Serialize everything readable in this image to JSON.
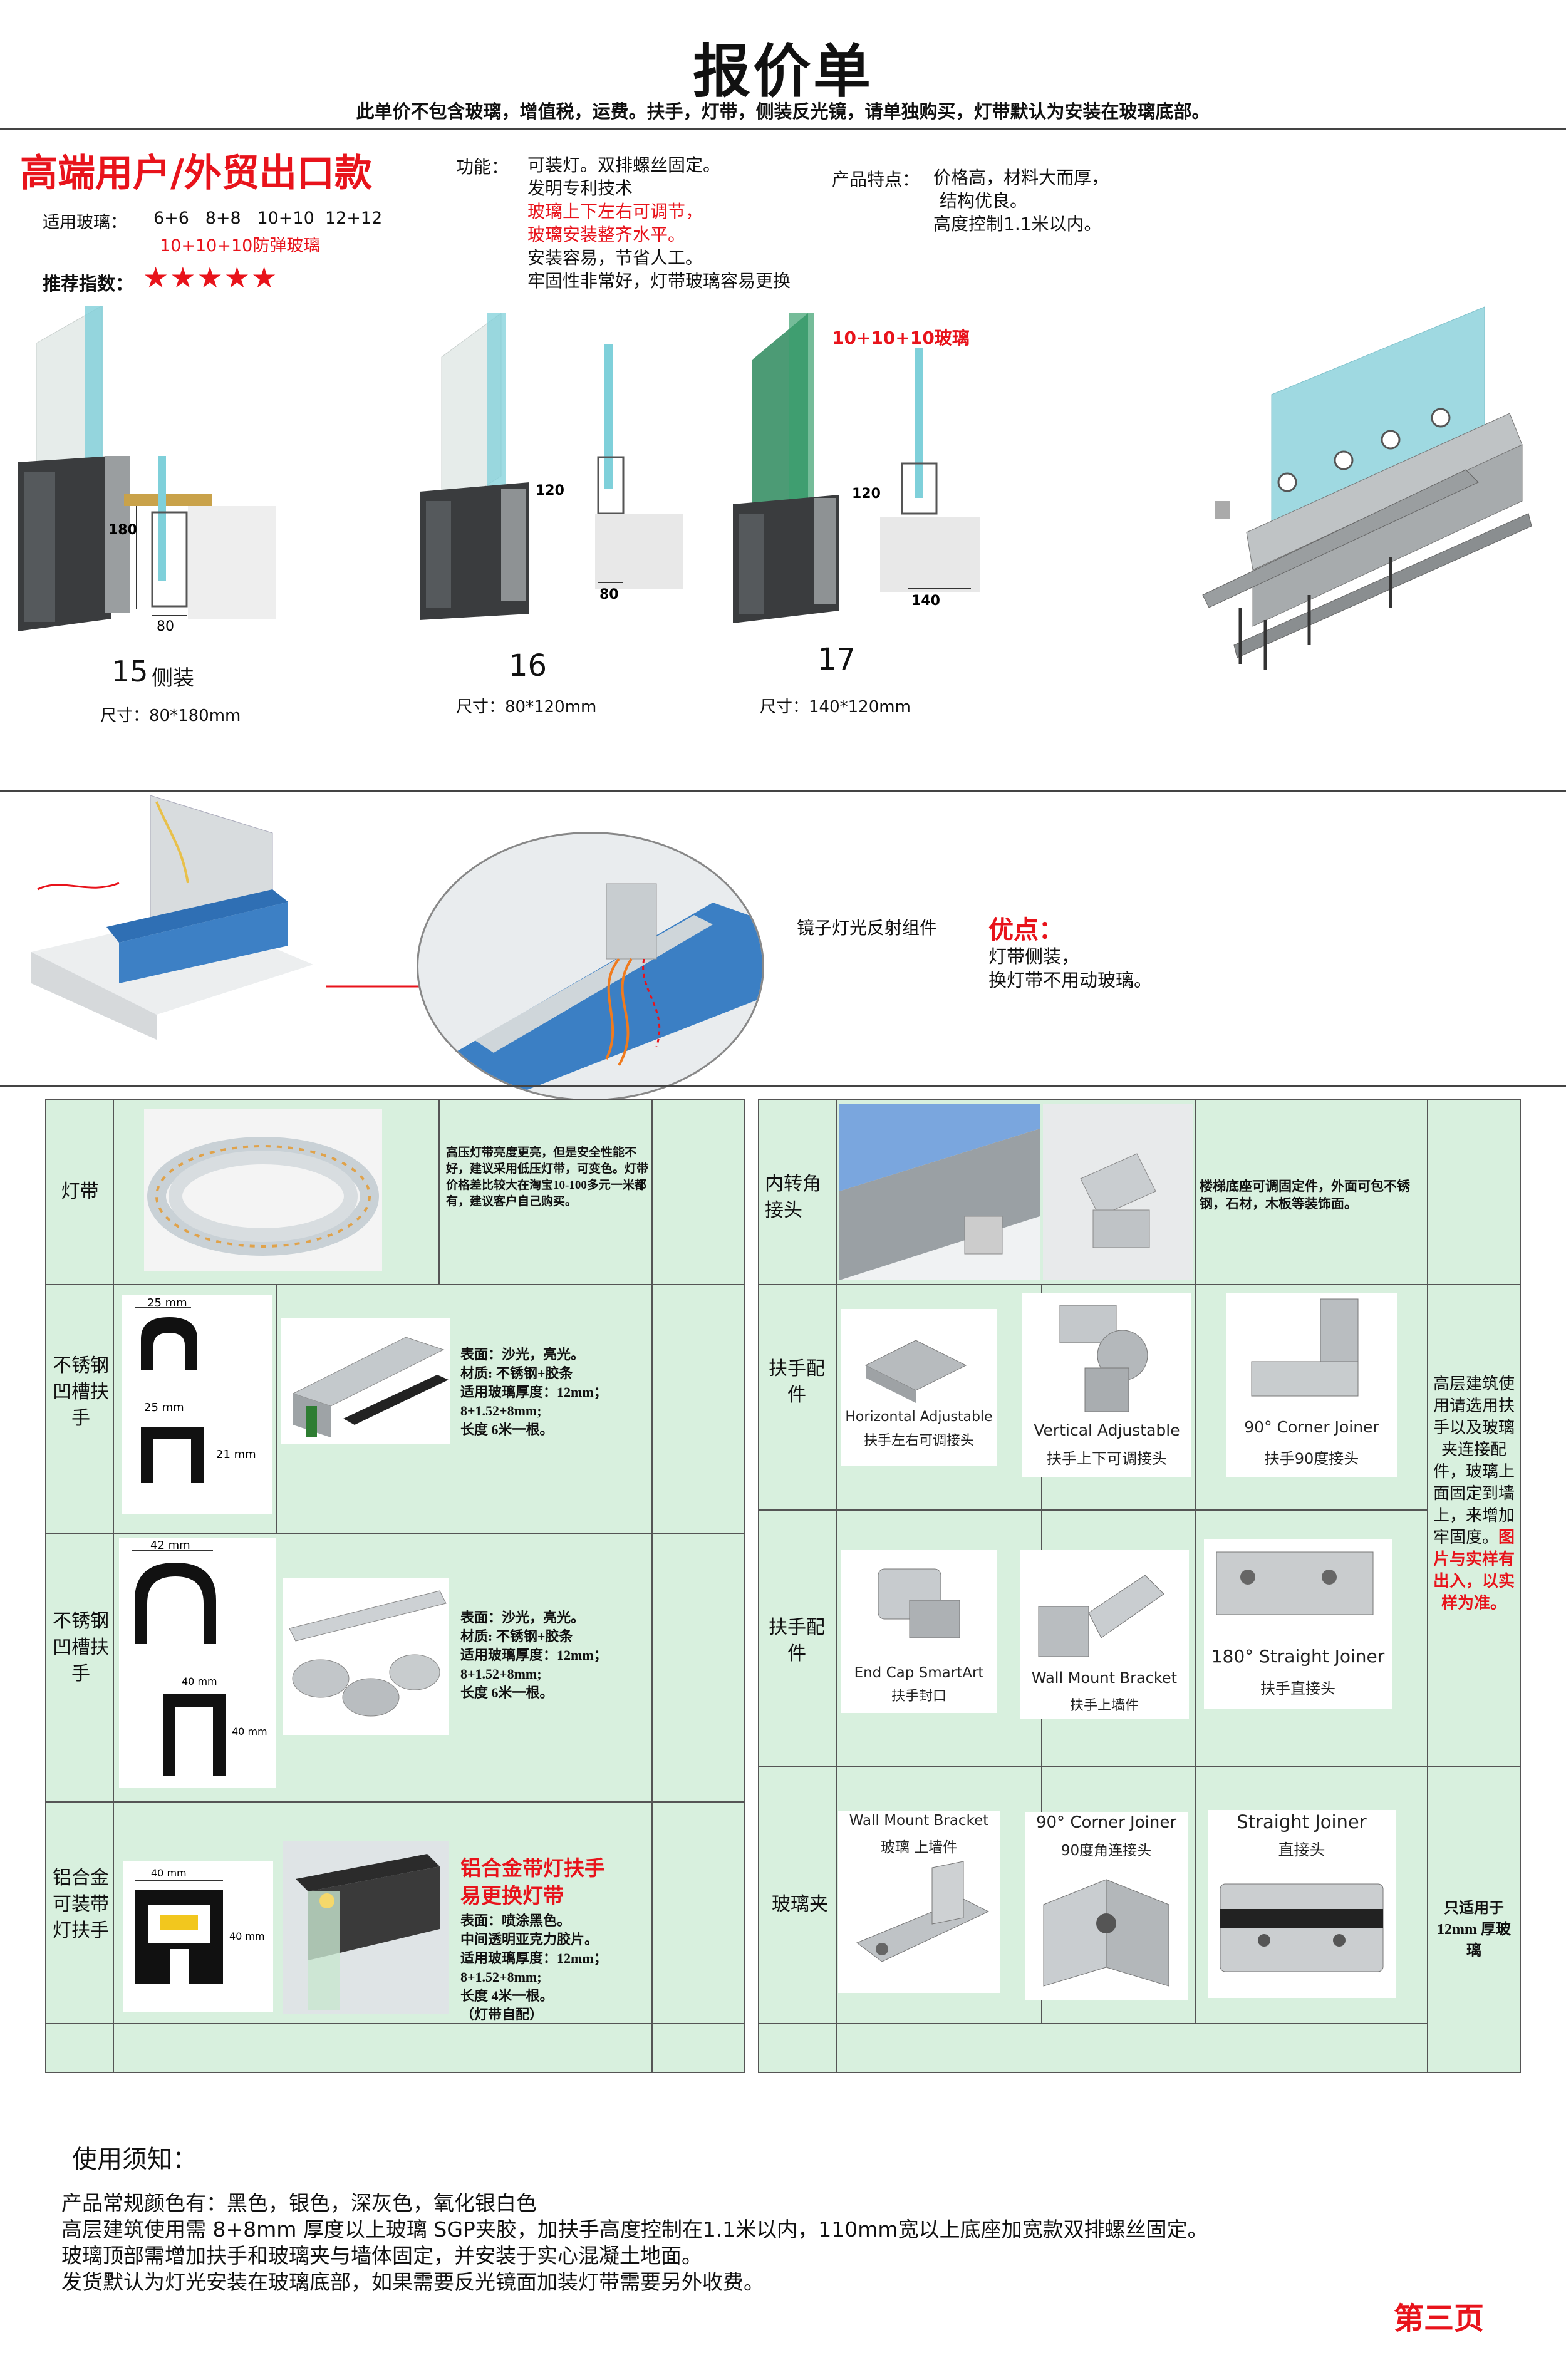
{
  "header": {
    "title": "报价单",
    "subtitle": "此单价不包含玻璃，增值税，运费。扶手，灯带，侧装反光镜，请单独购买，灯带默认为安装在玻璃底部。"
  },
  "top": {
    "category": "高端用户/外贸出口款",
    "glass_label": "适用玻璃：",
    "glass_values": "6+6   8+8   10+10  12+12",
    "glass_bullet": "10+10+10防弹玻璃",
    "rating_label": "推荐指数：",
    "rating": 5,
    "function_label": "功能：",
    "functions": [
      "可装灯。双排螺丝固定。",
      "发明专利技术",
      "玻璃上下左右可调节，",
      "玻璃安装整齐水平。",
      "安装容易，节省人工。",
      "牢固性非常好，灯带玻璃容易更换"
    ],
    "features_label": "产品特点：",
    "features": [
      "价格高，材料大而厚，",
      "结构优良。",
      "高度控制1.1米以内。"
    ]
  },
  "products": [
    {
      "number": "15",
      "name": "侧装",
      "size": "尺寸：80*180mm",
      "dim_h": "180",
      "dim_w": "80"
    },
    {
      "number": "16",
      "name": "",
      "size": "尺寸：80*120mm",
      "dim_h": "120",
      "dim_w": "80"
    },
    {
      "number": "17",
      "name": "",
      "size": "尺寸：140*120mm",
      "dim_h": "120",
      "dim_w": "140",
      "note": "10+10+10玻璃"
    }
  ],
  "mirror": {
    "label": "镜子灯光反射组件",
    "adv_title": "优点：",
    "adv_lines": [
      "灯带侧装，",
      "换灯带不用动玻璃。"
    ]
  },
  "left_table": {
    "rows": [
      {
        "label": "灯带",
        "desc": "高压灯带亮度更亮，但是安全性能不好，建议采用低压灯带，可变色。灯带价格差比较大在淘宝10-100多元一米都有，建议客户自己购买。"
      },
      {
        "label": "不锈钢凹槽扶手",
        "dims": [
          "25 mm",
          "25 mm",
          "21 mm"
        ],
        "desc_lines": [
          "表面：沙光，亮光。",
          "材质: 不锈钢+胶条",
          "适用玻璃厚度：12mm；",
          "8+1.52+8mm;",
          "长度 6米一根。"
        ]
      },
      {
        "label": "不锈钢凹槽扶手",
        "dims": [
          "42 mm",
          "40 mm",
          "40 mm"
        ],
        "desc_lines": [
          "表面：沙光，亮光。",
          "材质: 不锈钢+胶条",
          "适用玻璃厚度：12mm；",
          "8+1.52+8mm;",
          "长度 6米一根。"
        ]
      },
      {
        "label": "铝合金可装带灯扶手",
        "dims": [
          "40 mm",
          "40 mm"
        ],
        "red_lines": [
          "铝合金带灯扶手",
          "易更换灯带"
        ],
        "desc_lines": [
          "表面：喷涂黑色。",
          "中间透明亚克力胶片。",
          "适用玻璃厚度：12mm；",
          "8+1.52+8mm;",
          "长度 4米一根。",
          "（灯带自配）"
        ]
      }
    ]
  },
  "right_table": {
    "rows": [
      {
        "label": "内转角接头",
        "desc": "楼梯底座可调固定件，外面可包不锈钢，石材，木板等装饰面。"
      },
      {
        "label": "扶手配件",
        "items": [
          {
            "en": "Horizontal Adjustable",
            "zh": "扶手左右可调接头"
          },
          {
            "en": "Vertical Adjustable",
            "zh": "扶手上下可调接头"
          },
          {
            "en": "90° Corner Joiner",
            "zh": "扶手90度接头"
          }
        ]
      },
      {
        "label": "扶手配件",
        "items": [
          {
            "en": "End Cap SmartArt",
            "zh": "扶手封口"
          },
          {
            "en": "Wall Mount Bracket",
            "zh": "扶手上墙件"
          },
          {
            "en": "180° Straight Joiner",
            "zh": "扶手直接头"
          }
        ]
      },
      {
        "label": "玻璃夹",
        "items": [
          {
            "en": "Wall Mount Bracket",
            "zh": "玻璃 上墙件"
          },
          {
            "en": "90° Corner Joiner",
            "zh": "90度角连接头"
          },
          {
            "en": "Straight Joiner",
            "zh": "直接头"
          }
        ],
        "side": "只适用于12mm 厚玻璃"
      }
    ],
    "side_note_black": "高层建筑使用请选用扶手以及玻璃夹连接配件，玻璃上面固定到墙上，来增加牢固度。",
    "side_note_red": "图片与实样有出入，以实样为准。"
  },
  "notes": {
    "title": "使用须知：",
    "lines": [
      "产品常规颜色有：黑色，银色，深灰色，氧化银白色",
      "高层建筑使用需 8+8mm 厚度以上玻璃 SGP夹胶，加扶手高度控制在1.1米以内，110mm宽以上底座加宽款双排螺丝固定。",
      "玻璃顶部需增加扶手和玻璃夹与墙体固定，并安装于实心混凝土地面。",
      "发货默认为灯光安装在玻璃底部，如果需要反光镜面加装灯带需要另外收费。"
    ],
    "page": "第三页"
  },
  "colors": {
    "table_bg": "#d8f0de",
    "accent_red": "#e8131b",
    "glass": "#8fd3dc"
  }
}
